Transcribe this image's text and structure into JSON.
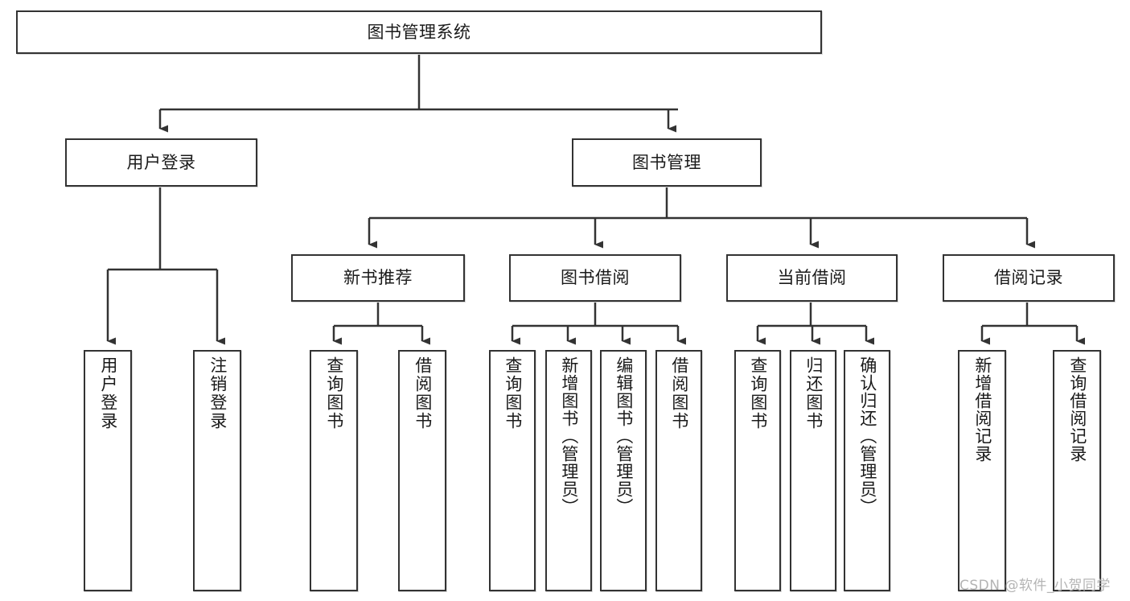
{
  "diagram": {
    "type": "tree-hierarchy-chart",
    "title_node": {
      "label": "图书管理系统"
    },
    "level2": [
      {
        "id": "user-login",
        "label": "用户登录"
      },
      {
        "id": "book-management",
        "label": "图书管理"
      }
    ],
    "level3": [
      {
        "id": "new-book-recommend",
        "label": "新书推荐"
      },
      {
        "id": "book-borrow",
        "label": "图书借阅"
      },
      {
        "id": "current-borrow",
        "label": "当前借阅"
      },
      {
        "id": "borrow-record",
        "label": "借阅记录"
      }
    ],
    "leaves": {
      "user_login": [
        {
          "id": "leaf-user-login",
          "label": "用户登录"
        },
        {
          "id": "leaf-logout-login",
          "label": "注销登录"
        }
      ],
      "new_book_recommend": [
        {
          "id": "leaf-query-book-1",
          "label": "查询图书"
        },
        {
          "id": "leaf-borrow-book-1",
          "label": "借阅图书"
        }
      ],
      "book_borrow": [
        {
          "id": "leaf-query-book-2",
          "label": "查询图书"
        },
        {
          "id": "leaf-add-book-admin",
          "label": "新增图书（管理员）"
        },
        {
          "id": "leaf-edit-book-admin",
          "label": "编辑图书（管理员）"
        },
        {
          "id": "leaf-borrow-book-2",
          "label": "借阅图书"
        }
      ],
      "current_borrow": [
        {
          "id": "leaf-query-book-3",
          "label": "查询图书"
        },
        {
          "id": "leaf-return-book",
          "label": "归还图书"
        },
        {
          "id": "leaf-confirm-return-admin",
          "label": "确认归还（管理员）"
        }
      ],
      "borrow_record": [
        {
          "id": "leaf-add-borrow-record",
          "label": "新增借阅记录"
        },
        {
          "id": "leaf-query-borrow-record",
          "label": "查询借阅记录"
        }
      ]
    },
    "watermark": "CSDN @软件_小贺同学",
    "colors": {
      "node_border": "#333333",
      "node_fill": "#ffffff",
      "connector": "#333333",
      "text": "#1a1a1a",
      "watermark": "#b4b4b4",
      "background": "#ffffff"
    }
  }
}
